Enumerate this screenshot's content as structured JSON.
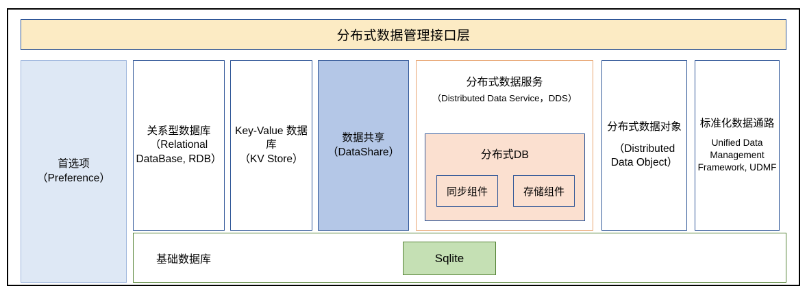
{
  "diagram": {
    "banner": {
      "label": "分布式数据管理接口层"
    },
    "preference": {
      "cn": "首选项",
      "en": "（Preference）"
    },
    "columns": [
      {
        "name": "rdb",
        "cn": "关系型数据库",
        "en": "（Relational DataBase, RDB）"
      },
      {
        "name": "kv",
        "cn": "Key-Value 数据库",
        "en": "（KV Store）"
      },
      {
        "name": "datashare",
        "cn": "数据共享",
        "en": "（DataShare）"
      }
    ],
    "dds": {
      "title": "分布式数据服务",
      "subtitle": "（Distributed Data Service，DDS）",
      "distributed_db": {
        "title": "分布式DB",
        "components": [
          "同步组件",
          "存储组件"
        ]
      }
    },
    "distributed_data_object": {
      "cn": "分布式数据对象",
      "en": "（Distributed Data Object）"
    },
    "udmf": {
      "cn": "标准化数据通路",
      "en": "Unified Data Management Framework, UDMF"
    },
    "base_layer": {
      "label": "基础数据库",
      "engine": "Sqlite"
    },
    "colors": {
      "banner_fill": "#FCEBC4",
      "banner_border": "#2E5597",
      "preference_fill": "#DEE8F5",
      "datashare_fill": "#B4C7E7",
      "dds_border": "#E8A470",
      "distributed_db_fill": "#FBE0D0",
      "base_border": "#548235",
      "sqlite_fill": "#C5E0B4",
      "box_border": "#2E5597",
      "frame": "#000000"
    }
  }
}
